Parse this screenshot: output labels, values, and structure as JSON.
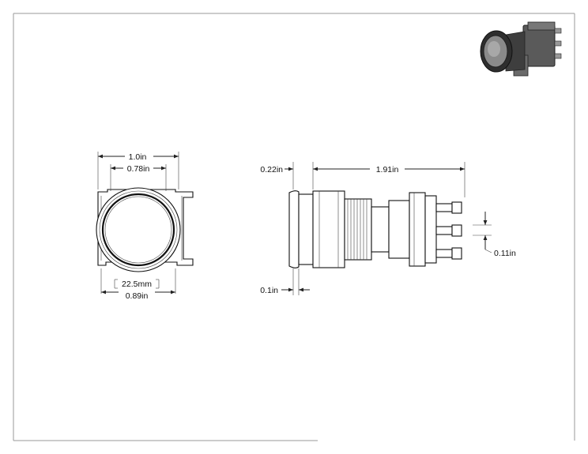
{
  "front_view": {
    "overall_width": "1.0in",
    "bezel_width": "0.78in",
    "diameter_mm": "22.5mm",
    "diameter_in": "0.89in"
  },
  "side_view": {
    "flange_thickness": "0.22in",
    "overall_length": "1.91in",
    "terminal_width": "0.11in",
    "lip_thickness": "0.1in"
  },
  "icons": {
    "preview": "isometric-pushbutton-preview-icon"
  },
  "colors": {
    "line": "#222222",
    "frame": "#9a9a9a",
    "preview_body": "#4a4a4a"
  }
}
